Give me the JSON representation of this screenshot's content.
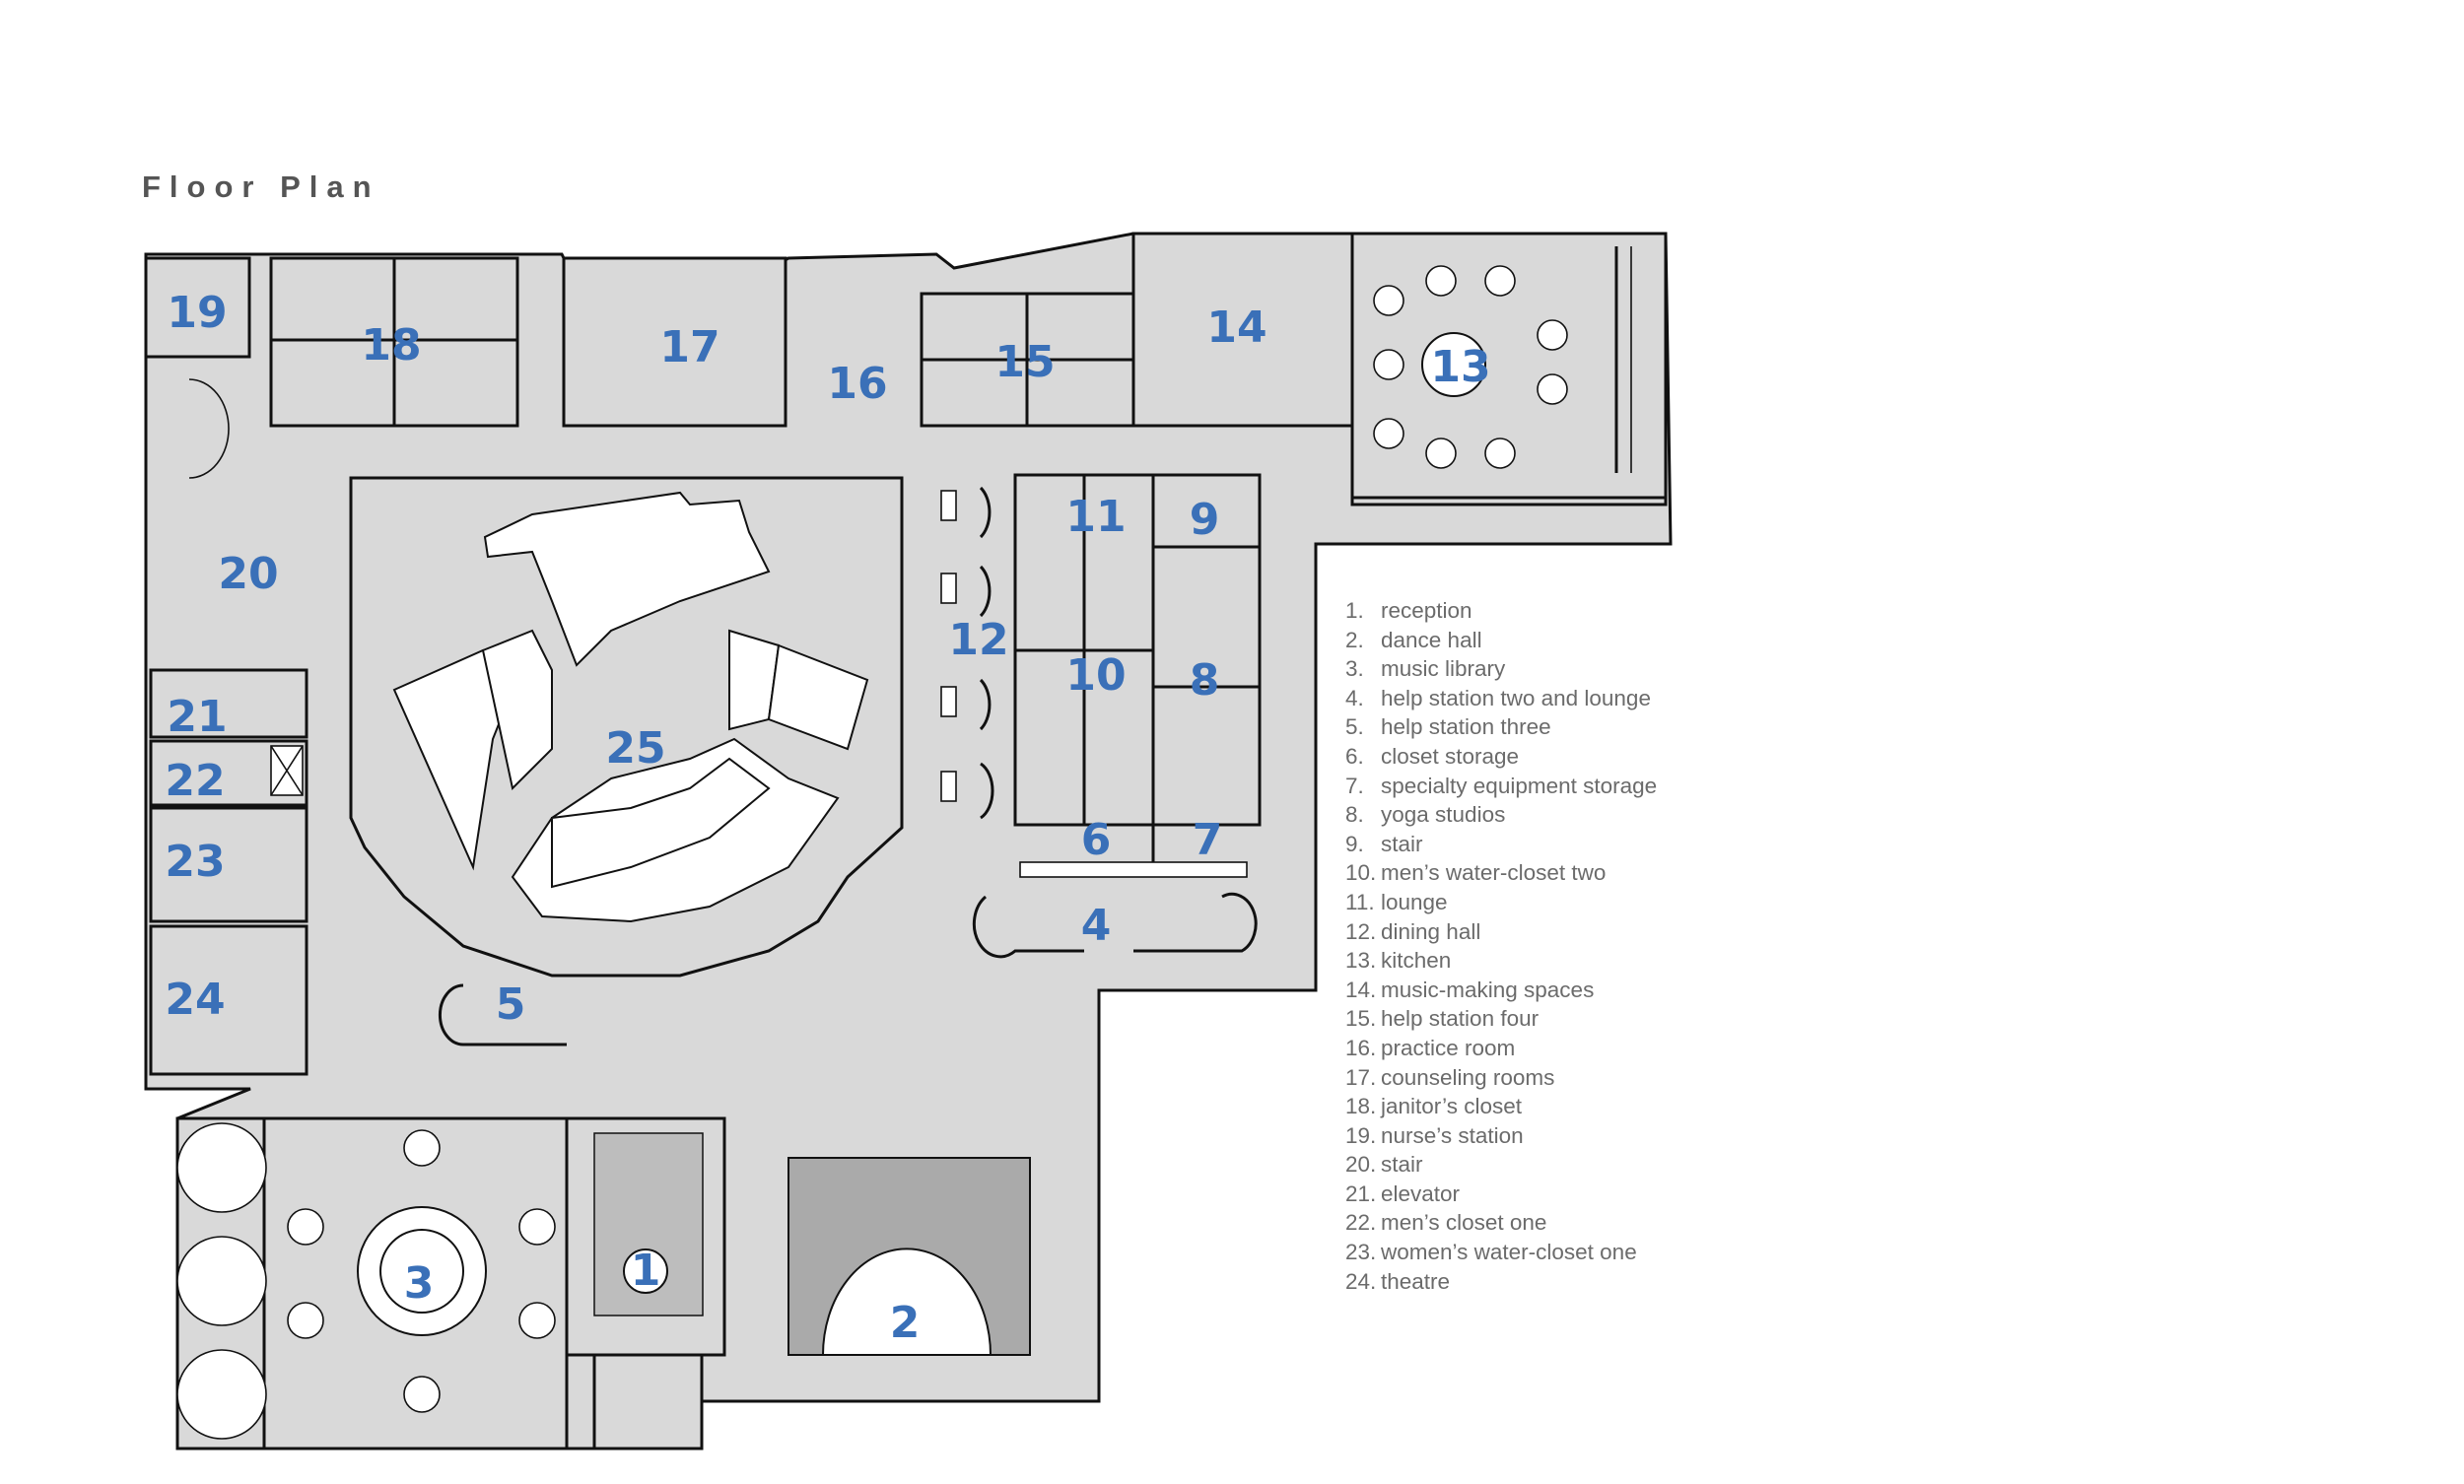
{
  "title": "Floor Plan",
  "room_labels": [
    {
      "num": "1",
      "color": "#5b3f98"
    },
    {
      "num": "2",
      "color": "#c0408f"
    },
    {
      "num": "3",
      "color": "#d8df57"
    },
    {
      "num": "4",
      "color": "#4c7a3d"
    },
    {
      "num": "5",
      "color": "#3a70b8"
    },
    {
      "num": "6",
      "color": "#3a70b8"
    },
    {
      "num": "7",
      "color": "#3a70b8"
    },
    {
      "num": "8",
      "color": "#3a70b8"
    },
    {
      "num": "9",
      "color": "#3a70b8"
    },
    {
      "num": "10",
      "color": "#3a70b8"
    },
    {
      "num": "11",
      "color": "#3a70b8"
    },
    {
      "num": "12",
      "color": "#3a70b8"
    },
    {
      "num": "13",
      "color": "#3a70b8"
    },
    {
      "num": "14",
      "color": "#3a70b8"
    },
    {
      "num": "15",
      "color": "#3a70b8"
    },
    {
      "num": "16",
      "color": "#3a70b8"
    },
    {
      "num": "17",
      "color": "#3a70b8"
    },
    {
      "num": "18",
      "color": "#3a70b8"
    },
    {
      "num": "19",
      "color": "#3a70b8"
    },
    {
      "num": "20",
      "color": "#3a70b8"
    },
    {
      "num": "21",
      "color": "#3a70b8"
    },
    {
      "num": "22",
      "color": "#3a70b8"
    },
    {
      "num": "23",
      "color": "#3a70b8"
    },
    {
      "num": "24",
      "color": "#3a70b8"
    },
    {
      "num": "25",
      "color": "#3a70b8"
    }
  ],
  "legend": [
    {
      "num": "1.",
      "label": "reception"
    },
    {
      "num": "2.",
      "label": "dance hall"
    },
    {
      "num": "3.",
      "label": "music library"
    },
    {
      "num": "4.",
      "label": "help station two and lounge"
    },
    {
      "num": "5.",
      "label": "help station three"
    },
    {
      "num": "6.",
      "label": "closet storage"
    },
    {
      "num": "7.",
      "label": "specialty equipment storage"
    },
    {
      "num": "8.",
      "label": "yoga studios"
    },
    {
      "num": "9.",
      "label": "stair"
    },
    {
      "num": "10.",
      "label": "men’s water-closet two"
    },
    {
      "num": "11.",
      "label": "lounge"
    },
    {
      "num": "12.",
      "label": "dining hall"
    },
    {
      "num": "13.",
      "label": "kitchen"
    },
    {
      "num": "14.",
      "label": "music-making spaces"
    },
    {
      "num": "15.",
      "label": "help station four"
    },
    {
      "num": "16.",
      "label": "practice room"
    },
    {
      "num": "17.",
      "label": "counseling rooms"
    },
    {
      "num": "18.",
      "label": "janitor’s closet"
    },
    {
      "num": "19.",
      "label": "nurse’s station"
    },
    {
      "num": "20.",
      "label": "stair"
    },
    {
      "num": "21.",
      "label": "elevator"
    },
    {
      "num": "22.",
      "label": "men’s closet one"
    },
    {
      "num": "23.",
      "label": "women’s water-closet one"
    },
    {
      "num": "24.",
      "label": "theatre"
    }
  ]
}
